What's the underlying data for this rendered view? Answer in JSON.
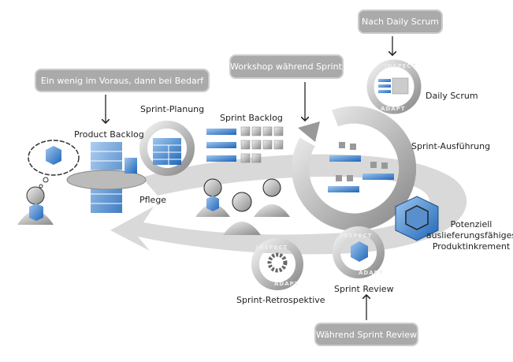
{
  "callouts": {
    "refinement": "Ein wenig im Voraus, dann bei Bedarf",
    "daily": "Nach Daily Scrum",
    "workshop": "Workshop während Sprint",
    "review": "Während Sprint Review"
  },
  "labels": {
    "product_backlog": "Product Backlog",
    "sprint_planning": "Sprint-Planung",
    "sprint_backlog": "Sprint Backlog",
    "daily_scrum": "Daily Scrum",
    "sprint_execution": "Sprint-Ausführung",
    "refinement": "Pflege",
    "increment_line1": "Potenziell",
    "increment_line2": "auslieferungsfähiges",
    "increment_line3": "Produktinkrement",
    "sprint_review": "Sprint Review",
    "sprint_retro": "Sprint-Retrospektive"
  },
  "cycle_words": {
    "inspect": "INSPECT",
    "adapt": "ADAPT"
  },
  "colors": {
    "callout": "#aaaaaa",
    "accent_blue": "#2a78c8",
    "swoosh": "#d6d6d6",
    "ring": "#b8b8b8"
  }
}
